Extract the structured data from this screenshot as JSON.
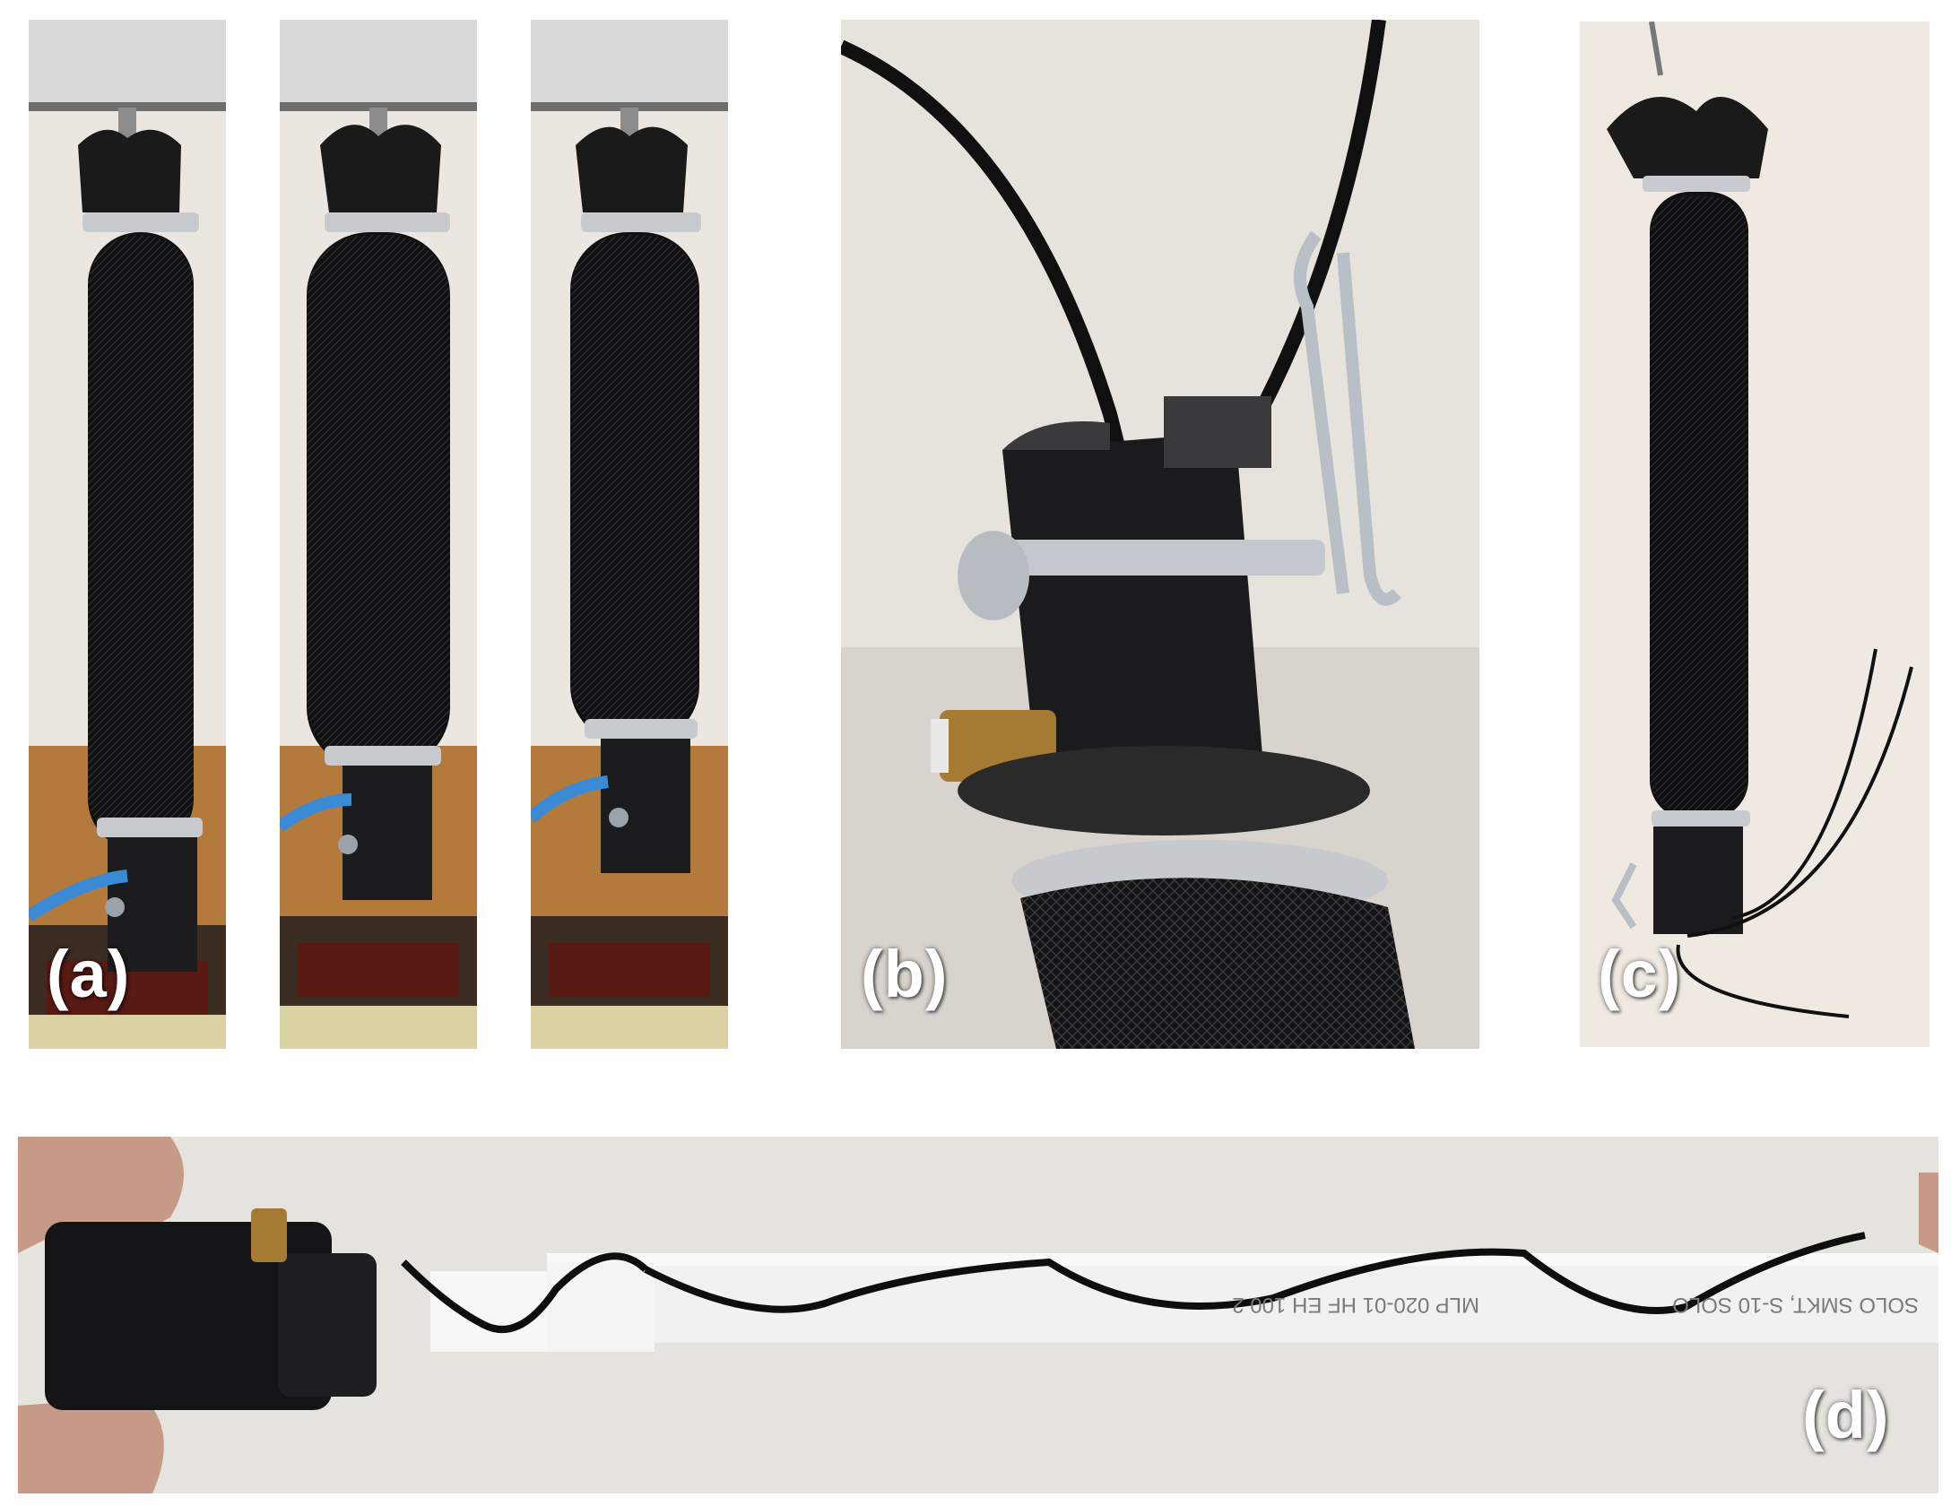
{
  "panels": {
    "a": {
      "label": "(a)"
    },
    "b": {
      "label": "(b)"
    },
    "c": {
      "label": "(c)"
    },
    "d": {
      "label": "(d)",
      "tube_print": "MLP 020-01 HF EH 100 2",
      "tube_print_2": "SOLO SMKT, S-10 SOLO"
    }
  },
  "colors": {
    "sleeve": "#111113",
    "metal": "#c9ccd0",
    "brass": "#a57a32",
    "wall": "#e9e4dc",
    "shelf": "#b07a3c",
    "blue_hose": "#3a8ad6"
  }
}
